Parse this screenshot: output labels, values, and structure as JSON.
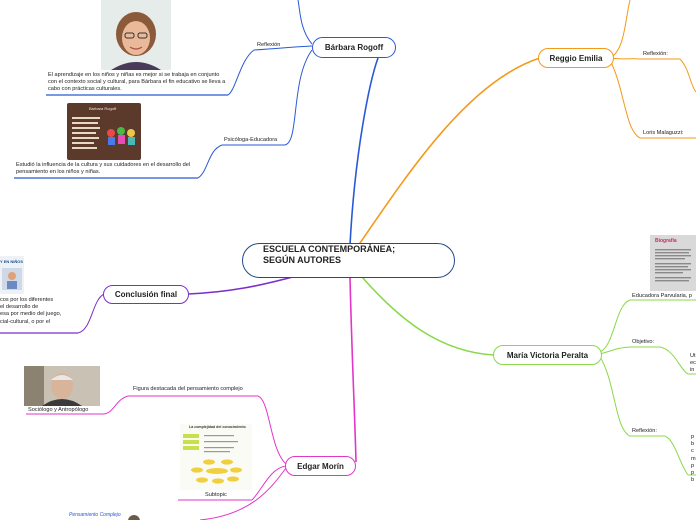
{
  "central": {
    "line1": "ESCUELA CONTEMPORÁNEA;",
    "line2": "SEGÚN AUTORES"
  },
  "topics": {
    "rogoff": "Bárbara Rogoff",
    "reggio": "Reggio Emilia",
    "peralta": "María Victoria Peralta",
    "morin": "Edgar Morín",
    "conclusion": "Conclusión final"
  },
  "rogoff": {
    "reflexion_label": "Reflexión",
    "reflexion_text": "El aprendizaje en los niños y niñas es mejor si se trabaja en conjunto con el contexto social y cultural, para Bárbara el fin educativo se lleva a cabo con prácticas culturales.",
    "psico_label": "Psicóloga-Educadora",
    "psico_text": "Estudió la influencia de la cultura y sus cuidadores en el desarrollo del pensamiento en los niños y niñas.",
    "slide_title": "Bárbara Rogoff"
  },
  "reggio": {
    "reflexion_label": "Reflexión:",
    "malaguzzi_label": "Loris Malaguzzi:"
  },
  "peralta": {
    "educadora_label": "Educadora Parvularia, p",
    "objetivo_label": "Objetivo:",
    "objetivo_text": [
      "Ut",
      "ec",
      "in"
    ],
    "reflexion_label": "Reflexión:",
    "reflexion_text": [
      "p",
      "b",
      "c",
      "m",
      "p",
      "p",
      "b"
    ],
    "card_title": "Biografía"
  },
  "conclusion": {
    "text": [
      "cos por los diferentes",
      "el desarrollo de",
      "esa por medio del juego,",
      "cial-cultural, o por el"
    ],
    "img_text": "Y EN NIÑOS"
  },
  "morin": {
    "figura_label": "Figura destacada del pensamiento complejo",
    "sociologo_label": "Sociólogo y Antropólogo",
    "subtopic_label": "Subtopic",
    "diagram_title": "La complejidad del conocimiento",
    "book_title": "Pensamiento Complejo"
  },
  "colors": {
    "central": "#1f4b8a",
    "rogoff": "#2a59d6",
    "reggio": "#f39a1a",
    "peralta": "#8bd84a",
    "morin": "#e236c8",
    "conclusion": "#7a2fc9"
  }
}
